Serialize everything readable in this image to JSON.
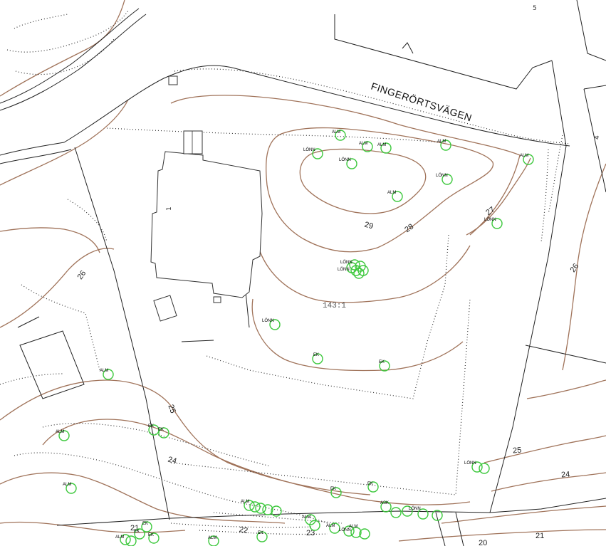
{
  "map": {
    "road_name": "FINGERÖRTSVÄGEN",
    "parcel_label": "143:1",
    "building_number": "1",
    "corner_labels": [
      "5",
      "4"
    ],
    "contour_labels": [
      "29",
      "28",
      "27",
      "26",
      "26",
      "25",
      "25",
      "24",
      "24",
      "23",
      "22",
      "21",
      "21",
      "20"
    ],
    "tree_labels": [
      "ALM",
      "ALM",
      "ALM",
      "LÖNN",
      "LÖNN",
      "ALM",
      "LÖNN",
      "ALM",
      "ALM",
      "LÖNN",
      "LÖNN",
      "LÖNN",
      "LÖNN",
      "EK",
      "EK",
      "ALM",
      "EK",
      "EK",
      "ALM",
      "ALM",
      "LÖNN",
      "EK",
      "EK",
      "ALM",
      "ASK",
      "LÖNN",
      "ALM",
      "ALM",
      "EK",
      "ALM",
      "LÖNN",
      "ALM",
      "EK",
      "EK",
      "ALM",
      "EK"
    ],
    "colors": {
      "contour": "#a0735a",
      "tree": "#3cc83c",
      "line": "#222222",
      "background": "#ffffff"
    }
  }
}
